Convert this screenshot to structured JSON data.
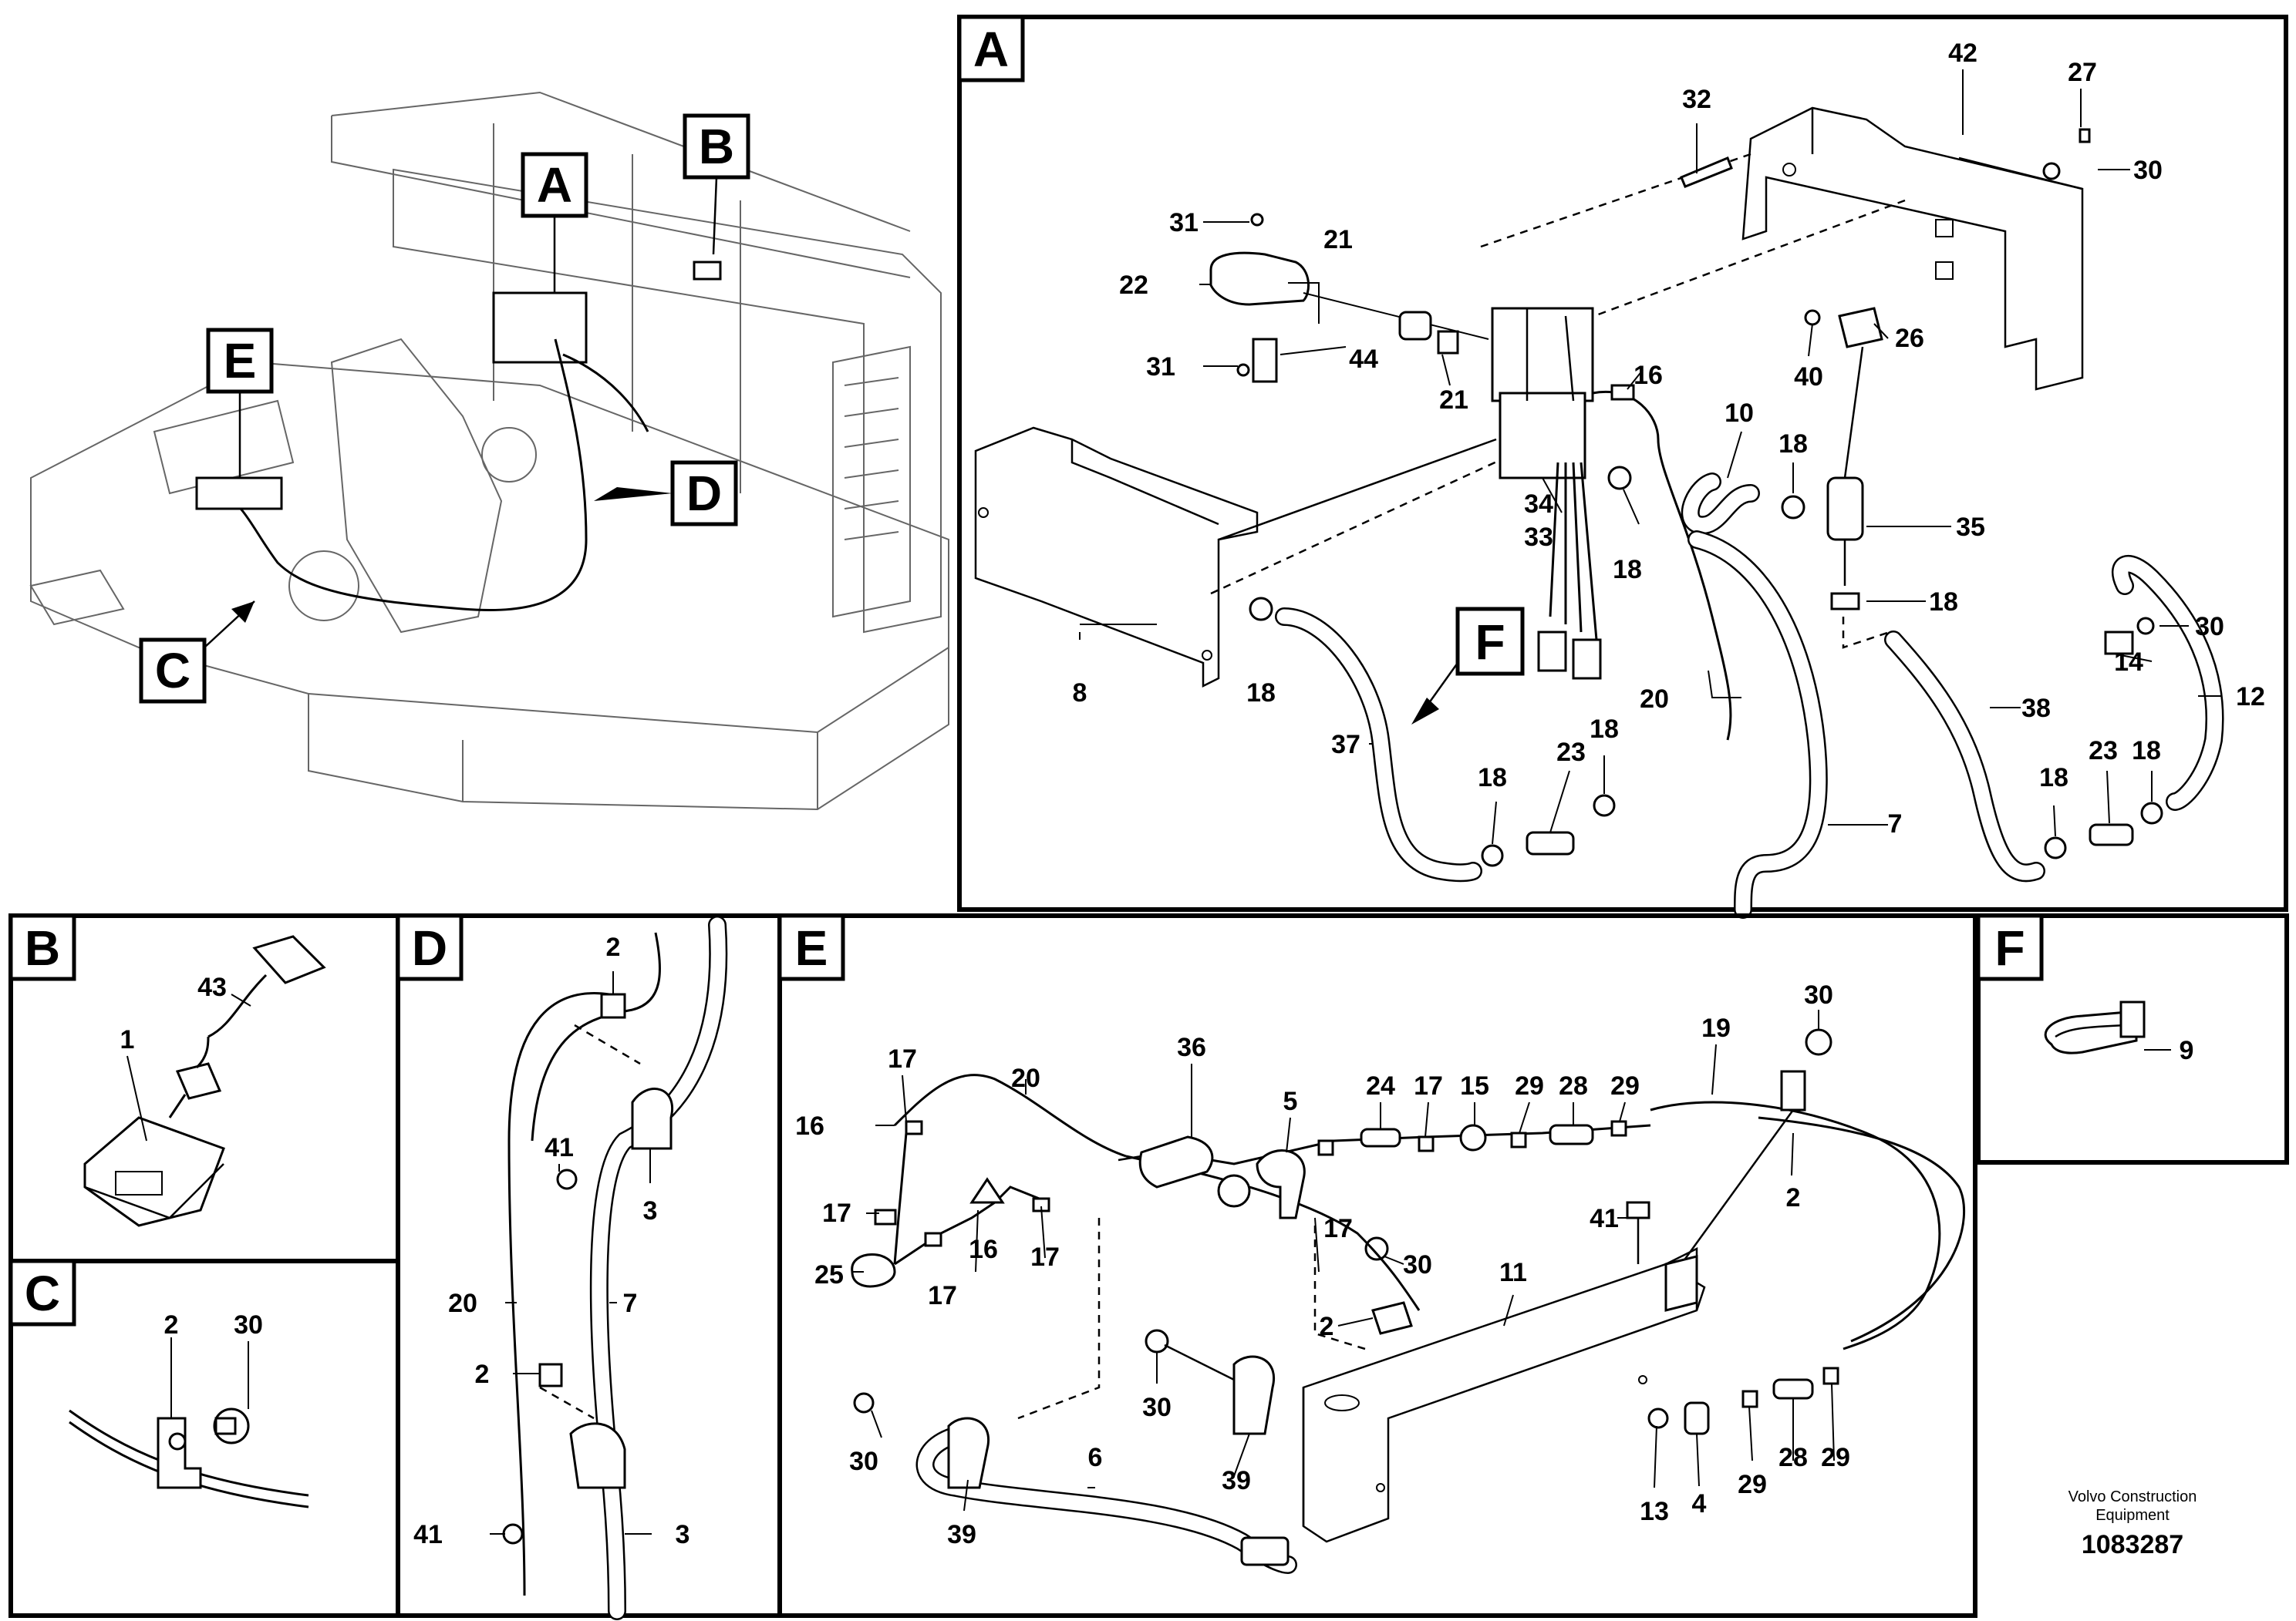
{
  "overview": {
    "callouts": [
      "A",
      "B",
      "C",
      "D",
      "E"
    ]
  },
  "panels": {
    "A": {
      "title": "A",
      "labels": [
        "32",
        "42",
        "27",
        "30",
        "31",
        "21",
        "22",
        "31",
        "44",
        "21",
        "16",
        "40",
        "26",
        "10",
        "18",
        "35",
        "18",
        "34",
        "33",
        "18",
        "8",
        "18",
        "F",
        "20",
        "37",
        "18",
        "23",
        "18",
        "7",
        "38",
        "30",
        "14",
        "12",
        "18",
        "23",
        "18"
      ]
    },
    "B": {
      "title": "B",
      "labels": [
        "43",
        "1"
      ]
    },
    "C": {
      "title": "C",
      "labels": [
        "2",
        "30"
      ]
    },
    "D": {
      "title": "D",
      "labels": [
        "2",
        "41",
        "3",
        "20",
        "7",
        "2",
        "41",
        "3"
      ]
    },
    "E": {
      "title": "E",
      "labels": [
        "30",
        "17",
        "20",
        "36",
        "16",
        "5",
        "24",
        "17",
        "15",
        "29",
        "28",
        "29",
        "19",
        "17",
        "16",
        "17",
        "17",
        "25",
        "17",
        "2",
        "41",
        "30",
        "11",
        "2",
        "30",
        "6",
        "30",
        "39",
        "39",
        "13",
        "4",
        "29",
        "28",
        "29"
      ]
    },
    "F": {
      "title": "F",
      "labels": [
        "9"
      ]
    }
  },
  "footer": {
    "company": "Volvo Construction",
    "subtitle": "Equipment",
    "number": "1083287"
  }
}
